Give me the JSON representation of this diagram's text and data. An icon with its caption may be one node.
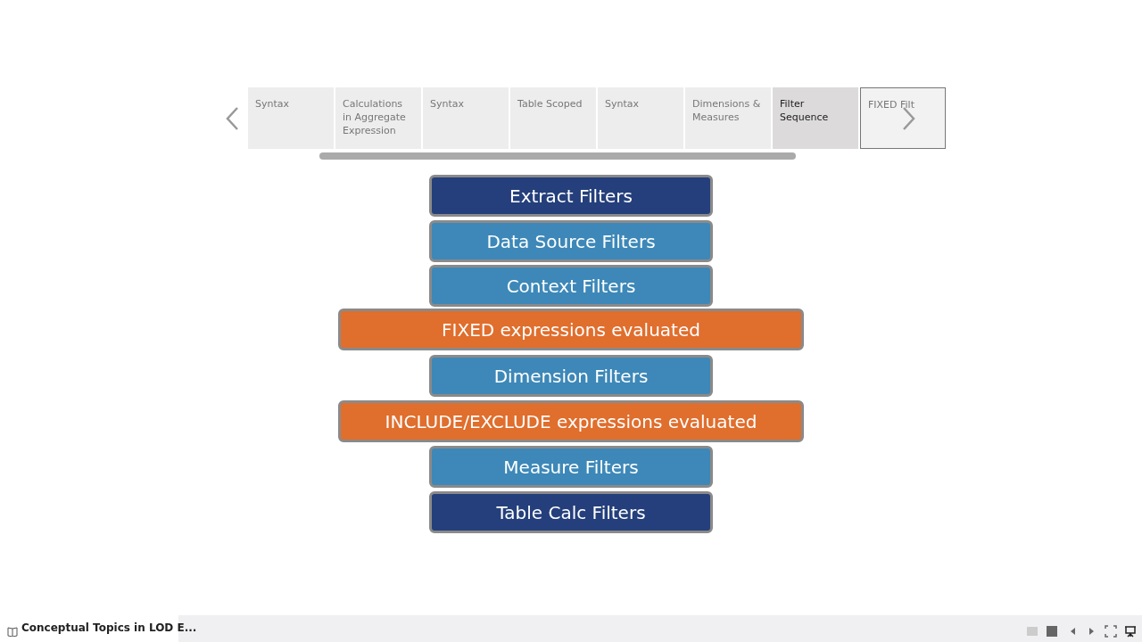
{
  "diagram": {
    "nodes": [
      {
        "text": [
          "Syntax"
        ]
      },
      {
        "text": [
          "Calculations in Aggregate Expression"
        ]
      },
      {
        "text": [
          "Syntax"
        ]
      },
      {
        "text": [
          "Table Scoped"
        ]
      },
      {
        "text": [
          "Syntax"
        ]
      },
      {
        "text": [
          "Dimensions & Measures"
        ]
      },
      {
        "text": [
          "Filter Sequence"
        ]
      },
      {
        "text": [
          "FIXED Filt"
        ]
      },
      {
        "text": [
          "Extract Filters"
        ]
      },
      {
        "text": [
          "Data Source Filters"
        ]
      },
      {
        "text": [
          "Context Filters"
        ]
      },
      {
        "text": [
          "FIXED expressions evaluated"
        ]
      },
      {
        "text": [
          "Dimension Filters"
        ]
      },
      {
        "text": [
          "INCLUDE/EXCLUDE expressions evaluated"
        ]
      },
      {
        "text": [
          "Measure Filters"
        ]
      },
      {
        "text": [
          "Table Calc Filters"
        ]
      }
    ],
    "edges": [],
    "labels": [
      "Conceptual Topics in LOD E..."
    ]
  }
}
